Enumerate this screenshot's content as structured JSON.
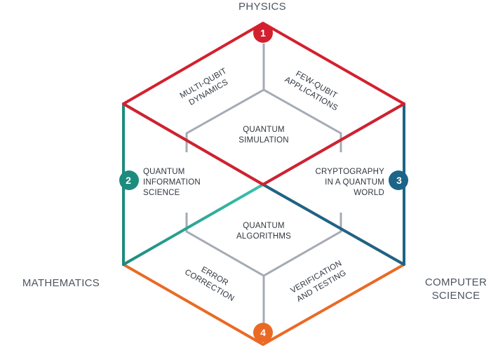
{
  "disciplines": {
    "physics": "PHYSICS",
    "mathematics": "MATHEMATICS",
    "computer_science_line1": "COMPUTER",
    "computer_science_line2": "SCIENCE"
  },
  "badges": [
    "1",
    "2",
    "3",
    "4"
  ],
  "center_labels": {
    "quantum_simulation": [
      "QUANTUM",
      "SIMULATION"
    ],
    "quantum_algorithms": [
      "QUANTUM",
      "ALGORITHMS"
    ]
  },
  "facet_labels": {
    "multi_qubit": [
      "MULTI-QUBIT",
      "DYNAMICS"
    ],
    "few_qubit": [
      "FEW-QUBIT",
      "APPLICATIONS"
    ],
    "qis": [
      "QUANTUM",
      "INFORMATION",
      "SCIENCE"
    ],
    "crypto": [
      "CRYPTOGRAPHY",
      "IN A QUANTUM",
      "WORLD"
    ],
    "error": [
      "ERROR",
      "CORRECTION"
    ],
    "verification": [
      "VERIFICATION",
      "AND TESTING"
    ]
  },
  "colors": {
    "red": "#d3202f",
    "teal": "#1d8b7e",
    "blue": "#1c6488",
    "orange": "#ea6a25",
    "gray": "#a5abb3"
  }
}
